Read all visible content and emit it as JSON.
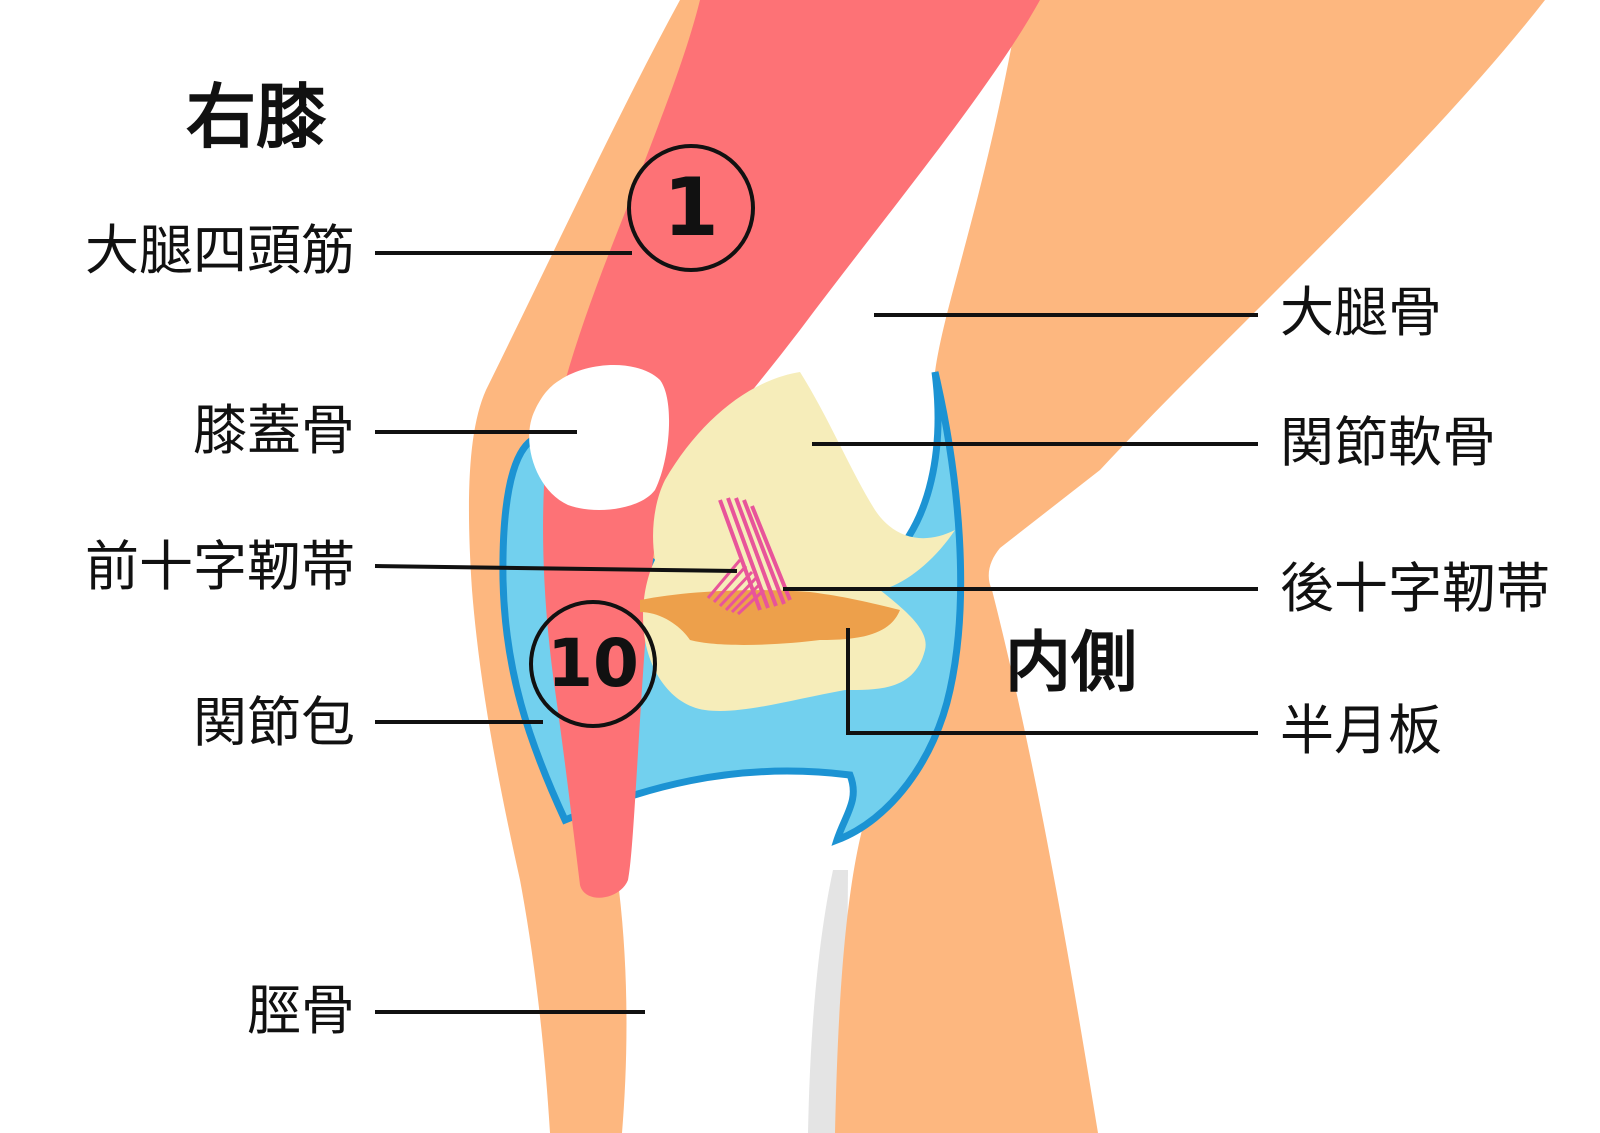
{
  "title": "右膝",
  "side_label": "内側",
  "markers": {
    "m1": "1",
    "m10": "10"
  },
  "labels_left": {
    "quadriceps": "大腿四頭筋",
    "patella": "膝蓋骨",
    "acl": "前十字靭帯",
    "capsule": "関節包",
    "tibia": "脛骨"
  },
  "labels_right": {
    "femur": "大腿骨",
    "cartilage": "関節軟骨",
    "pcl": "後十字靭帯",
    "meniscus": "半月板"
  },
  "colors": {
    "bone": "#FDB77F",
    "muscle": "#FD7276",
    "capsule_fill": "#72D0EE",
    "capsule_edge": "#1C93D3",
    "cartilage": "#F6EDBA",
    "meniscus": "#EDA04B",
    "ligament": "#E8549A",
    "shadow": "#E4E4E4",
    "leader": "#111111"
  }
}
